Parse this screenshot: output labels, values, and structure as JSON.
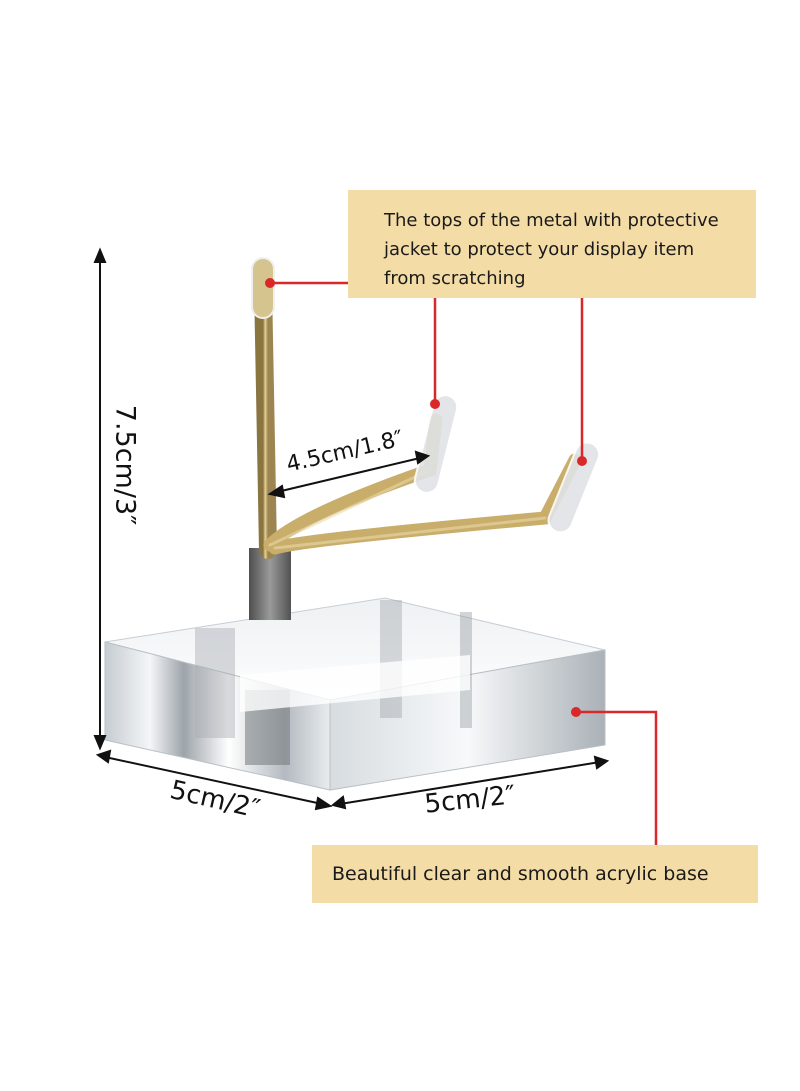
{
  "callouts": {
    "top_lines": [
      "The tops of the metal with protective",
      "jacket to protect your display item",
      "from scratching"
    ],
    "bottom": "Beautiful clear and smooth acrylic base"
  },
  "dimensions": {
    "height": "7.5cm/3″",
    "arm": "4.5cm/1.8″",
    "base_depth": "5cm/2″",
    "base_width": "5cm/2″"
  },
  "colors": {
    "callout_bg": "#f4dca6",
    "leader_line": "#d8282a",
    "brass": "#c9ad6a",
    "acrylic": "#e9eef2"
  }
}
